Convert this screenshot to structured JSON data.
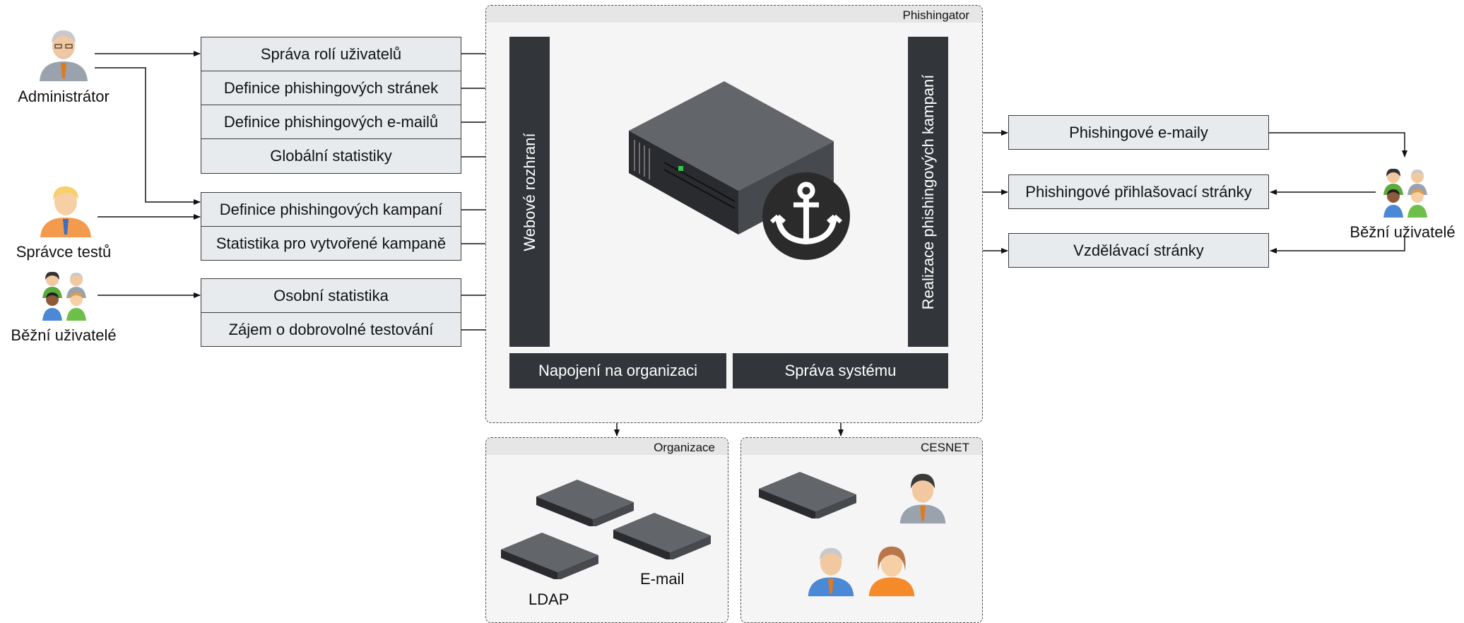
{
  "groups": {
    "phishingator": "Phishingator",
    "organizace": "Organizace",
    "cesnet": "CESNET"
  },
  "actors": {
    "administrator": "Administrátor",
    "spravce_testu": "Správce testů",
    "bezni_uzivatele_left": "Běžní uživatelé",
    "bezni_uzivatele_right": "Běžní uživatelé"
  },
  "functions": [
    "Správa rolí uživatelů",
    "Definice phishingových stránek",
    "Definice phishingových e-mailů",
    "Globální statistiky",
    "Definice phishingových kampaní",
    "Statistika pro vytvořené kampaně",
    "Osobní statistika",
    "Zájem o dobrovolné testování"
  ],
  "core": {
    "web_interface": "Webové rozhraní",
    "campaigns": "Realizace phishingových kampaní",
    "org_connection": "Napojení na organizaci",
    "system_admin": "Správa systému"
  },
  "outputs": [
    "Phishingové e-maily",
    "Phishingové přihlašovací stránky",
    "Vzdělávací stránky"
  ],
  "servers": {
    "ldap": "LDAP",
    "email": "E-mail"
  },
  "colors": {
    "dark_box": "#32363b",
    "function_box": "#e8ebee",
    "group_bg": "#f5f5f5",
    "anchor_badge": "#2b2b2b"
  },
  "icons": {
    "person": "person-icon",
    "group": "user-group-icon",
    "server": "server-icon",
    "anchor": "anchor-icon"
  }
}
